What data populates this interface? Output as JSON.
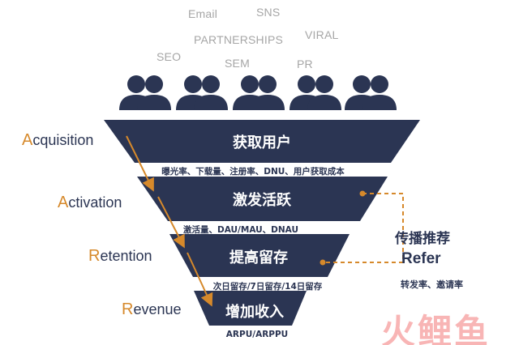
{
  "channels": [
    "Email",
    "SNS",
    "PARTNERSHIPS",
    "VIRAL",
    "SEO",
    "SEM",
    "PR"
  ],
  "stages": [
    {
      "initial": "A",
      "rest": "cquisition",
      "title": "获取用户",
      "metrics": "曝光率、下载量、注册率、DNU、用户获取成本"
    },
    {
      "initial": "A",
      "rest": "ctivation",
      "title": "激发活跃",
      "metrics": "激活量、DAU/MAU、DNAU"
    },
    {
      "initial": "R",
      "rest": "etention",
      "title": "提高留存",
      "metrics": "次日留存/7日留存/14日留存"
    },
    {
      "initial": "R",
      "rest": "evenue",
      "title": "增加收入",
      "metrics": "ARPU/ARPPU"
    }
  ],
  "referral": {
    "title": "传播推荐",
    "english": "Refer",
    "metrics": "转发率、邀请率"
  },
  "watermark": "火鲤鱼",
  "colors": {
    "funnel": "#2b3553",
    "accent": "#d6892b",
    "muted_text": "#a6a6a6",
    "watermark": "#f47a7a"
  },
  "icons": {
    "users": "people-silhouette-icon",
    "flow": "orange-arrow-icon"
  }
}
